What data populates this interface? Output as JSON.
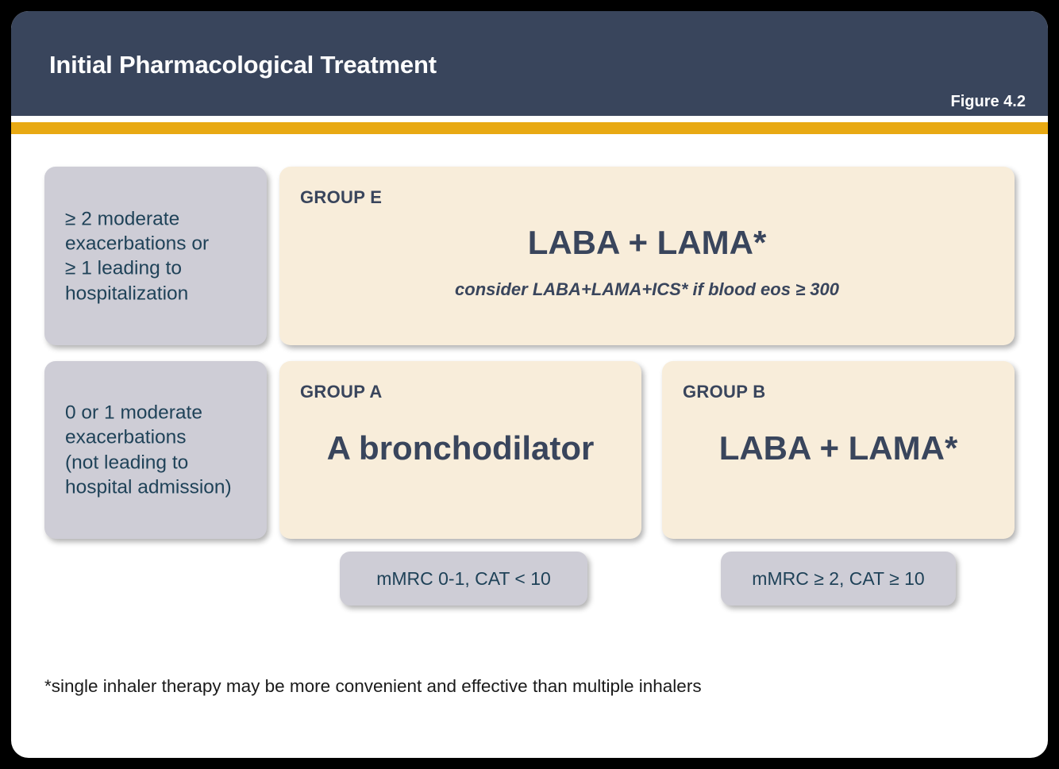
{
  "header": {
    "title": "Initial Pharmacological Treatment",
    "figure_label": "Figure 4.2",
    "bg_color": "#39455C",
    "accent_color": "#E8A913",
    "text_color": "#FFFFFF"
  },
  "palette": {
    "card_bg": "#FFFFFF",
    "page_bg": "#000000",
    "gray_box": "#CECDD6",
    "cream_box": "#F8EDDA",
    "navy_text": "#39455C",
    "teal_text": "#1F4258"
  },
  "criteria": [
    {
      "id": "high-exacerbation-risk",
      "line1": "≥ 2 moderate",
      "line2": "exacerbations or",
      "line3": "≥ 1 leading to",
      "line4": "hospitalization"
    },
    {
      "id": "low-exacerbation-risk",
      "line1": "0 or 1 moderate",
      "line2": "exacerbations",
      "line3": "(not leading to",
      "line4": "hospital admission)"
    }
  ],
  "groups": {
    "e": {
      "label": "GROUP E",
      "treatment": "LABA + LAMA*",
      "note": "consider LABA+LAMA+ICS* if blood eos ≥ 300"
    },
    "a": {
      "label": "GROUP A",
      "treatment": "A bronchodilator"
    },
    "b": {
      "label": "GROUP B",
      "treatment": "LABA + LAMA*"
    }
  },
  "symptoms": [
    {
      "id": "symptom-low",
      "text": "mMRC 0-1, CAT < 10"
    },
    {
      "id": "symptom-high",
      "text": "mMRC ≥ 2, CAT ≥ 10"
    }
  ],
  "footnote": "*single inhaler therapy may be more convenient and effective than multiple inhalers"
}
